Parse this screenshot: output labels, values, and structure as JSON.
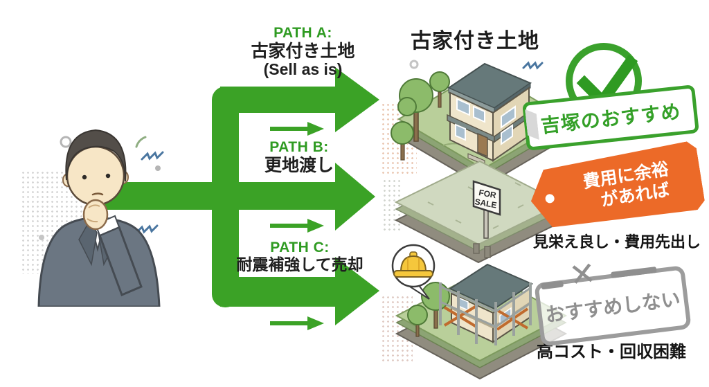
{
  "title_top_right": "古家付き土地",
  "paths": {
    "a": {
      "label": "PATH A:",
      "line1": "古家付き土地",
      "line2": "(Sell as is)"
    },
    "b": {
      "label": "PATH B:",
      "line1": "更地渡し"
    },
    "c": {
      "label": "PATH C:",
      "line1": "耐震補強して売却"
    }
  },
  "sign": {
    "line1": "FOR",
    "line2": "SALE"
  },
  "badges": {
    "recommend": "吉塚のおすすめ",
    "budget": {
      "line1": "費用に余裕",
      "line2": "があれば"
    },
    "not_recommend": "おすすめしない",
    "x_mark": "✕"
  },
  "notes": {
    "path_b": "見栄え良し・費用先出し",
    "path_c": "高コスト・回収困難"
  },
  "colors": {
    "arrow_green": "#3ba226",
    "label_green": "#2f9b22",
    "badge_green": "#3aa12c",
    "tag_orange": "#ec6a28",
    "stamp_gray": "#9c9c9c",
    "text_black": "#1f1f1f"
  }
}
